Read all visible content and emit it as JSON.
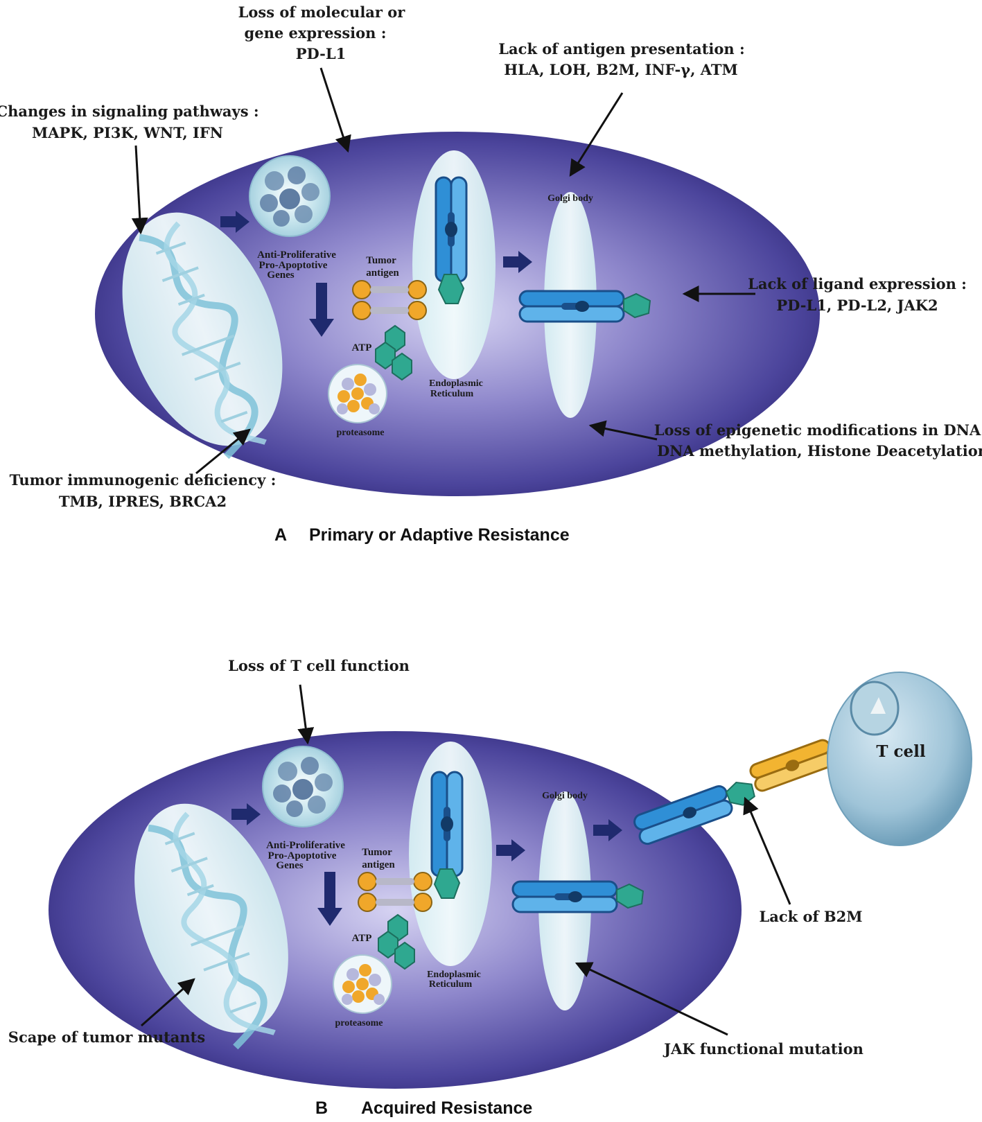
{
  "panel_a": {
    "letter": "A",
    "caption": "Primary or Adaptive Resistance",
    "annotations": {
      "signaling_1": "Changes in signaling pathways :",
      "signaling_2": "MAPK, PI3K, WNT, IFN",
      "molecular_1": "Loss of molecular or",
      "molecular_2": "gene expression :",
      "molecular_3": "PD-L1",
      "antigen_1": "Lack of antigen presentation :",
      "antigen_2": "HLA, LOH, B2M, INF-γ, ATM",
      "ligand_1": "Lack of ligand expression :",
      "ligand_2": "PD-L1, PD-L2, JAK2",
      "epigenetic_1": "Loss of epigenetic modifications in DNA :",
      "epigenetic_2": "DNA methylation, Histone Deacetylation",
      "immunogenic_1": "Tumor immunogenic deficiency :",
      "immunogenic_2": "TMB, IPRES, BRCA2"
    },
    "cell_labels": {
      "genes_1": "Anti-Proliferative",
      "genes_2": "Pro-Apoptotive",
      "genes_3": "Genes",
      "tumor_1": "Tumor",
      "tumor_2": "antigen",
      "atp": "ATP",
      "proteasome": "proteasome",
      "er_1": "Endoplasmic",
      "er_2": "Reticulum",
      "golgi": "Golgi body"
    }
  },
  "panel_b": {
    "letter": "B",
    "caption": "Acquired Resistance",
    "annotations": {
      "tcell_fn": "Loss of T cell function",
      "b2m": "Lack of B2M",
      "jak": "JAK functional mutation",
      "scape": "Scape of tumor mutants",
      "tcell": "T cell"
    },
    "cell_labels": {
      "genes_1": "Anti-Proliferative",
      "genes_2": "Pro-Apoptotive",
      "genes_3": "Genes",
      "tumor_1": "Tumor",
      "tumor_2": "antigen",
      "atp": "ATP",
      "proteasome": "proteasome",
      "er_1": "Endoplasmic",
      "er_2": "Reticulum",
      "golgi": "Golgi body"
    }
  },
  "colors": {
    "cell_edge": "#3a3585",
    "cell_center": "#c9c6ec",
    "receptor": "#2f8fd6",
    "receptor_dark": "#1a4f8a",
    "peptide": "#2fa890",
    "tcell_receptor": "#f2b431",
    "arrow": "#1f2a6e"
  }
}
